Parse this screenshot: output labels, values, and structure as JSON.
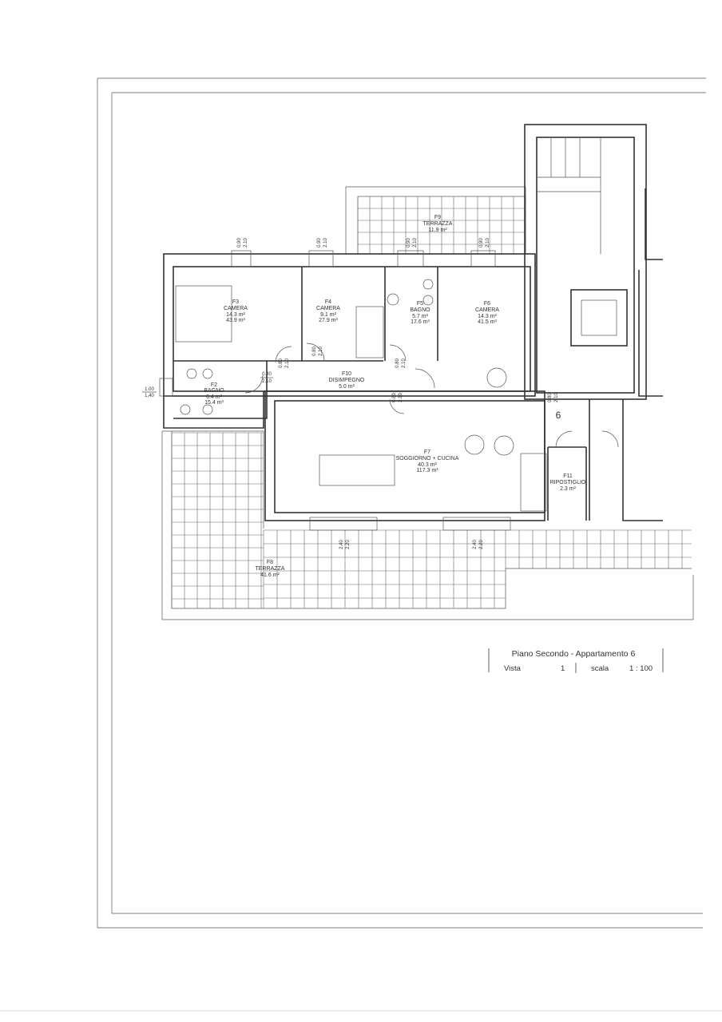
{
  "sheet": {
    "title": "Piano Secondo - Appartamento 6",
    "view_label": "Vista",
    "view_number": "1",
    "scale_label": "scala",
    "scale_value": "1 : 100",
    "stair_number": "6"
  },
  "rooms": [
    {
      "code": "F3",
      "name": "CAMERA",
      "area": "14.3 m²",
      "volume": "43.9 m³"
    },
    {
      "code": "F4",
      "name": "CAMERA",
      "area": "9.1 m²",
      "volume": "27.9 m³"
    },
    {
      "code": "F5",
      "name": "BAGNO",
      "area": "5.7 m²",
      "volume": "17.6 m³"
    },
    {
      "code": "F6",
      "name": "CAMERA",
      "area": "14.3 m²",
      "volume": "41.5 m³"
    },
    {
      "code": "F2",
      "name": "BAGNO",
      "area": "6.4 m²",
      "volume": "15.4 m³"
    },
    {
      "code": "F10",
      "name": "DISIMPEGNO",
      "area": "5.0 m²"
    },
    {
      "code": "F7",
      "name": "SOGGIORNO + CUCINA",
      "area": "40.3 m²",
      "volume": "117.3 m³"
    },
    {
      "code": "F11",
      "name": "RIPOSTIGLIO",
      "area": "2.3 m²"
    },
    {
      "code": "F9",
      "name": "TERRAZZA",
      "area": "11.9 m²"
    },
    {
      "code": "F8",
      "name": "TERRAZZA",
      "area": "41.6 m²"
    }
  ],
  "openings": {
    "window_w": "0.90",
    "window_h": "2.10",
    "door_w": "0.80",
    "door_h": "2.10",
    "side_w": "1.00",
    "side_h": "1.40",
    "glass_w": "2.40",
    "glass_h": "2.20"
  }
}
